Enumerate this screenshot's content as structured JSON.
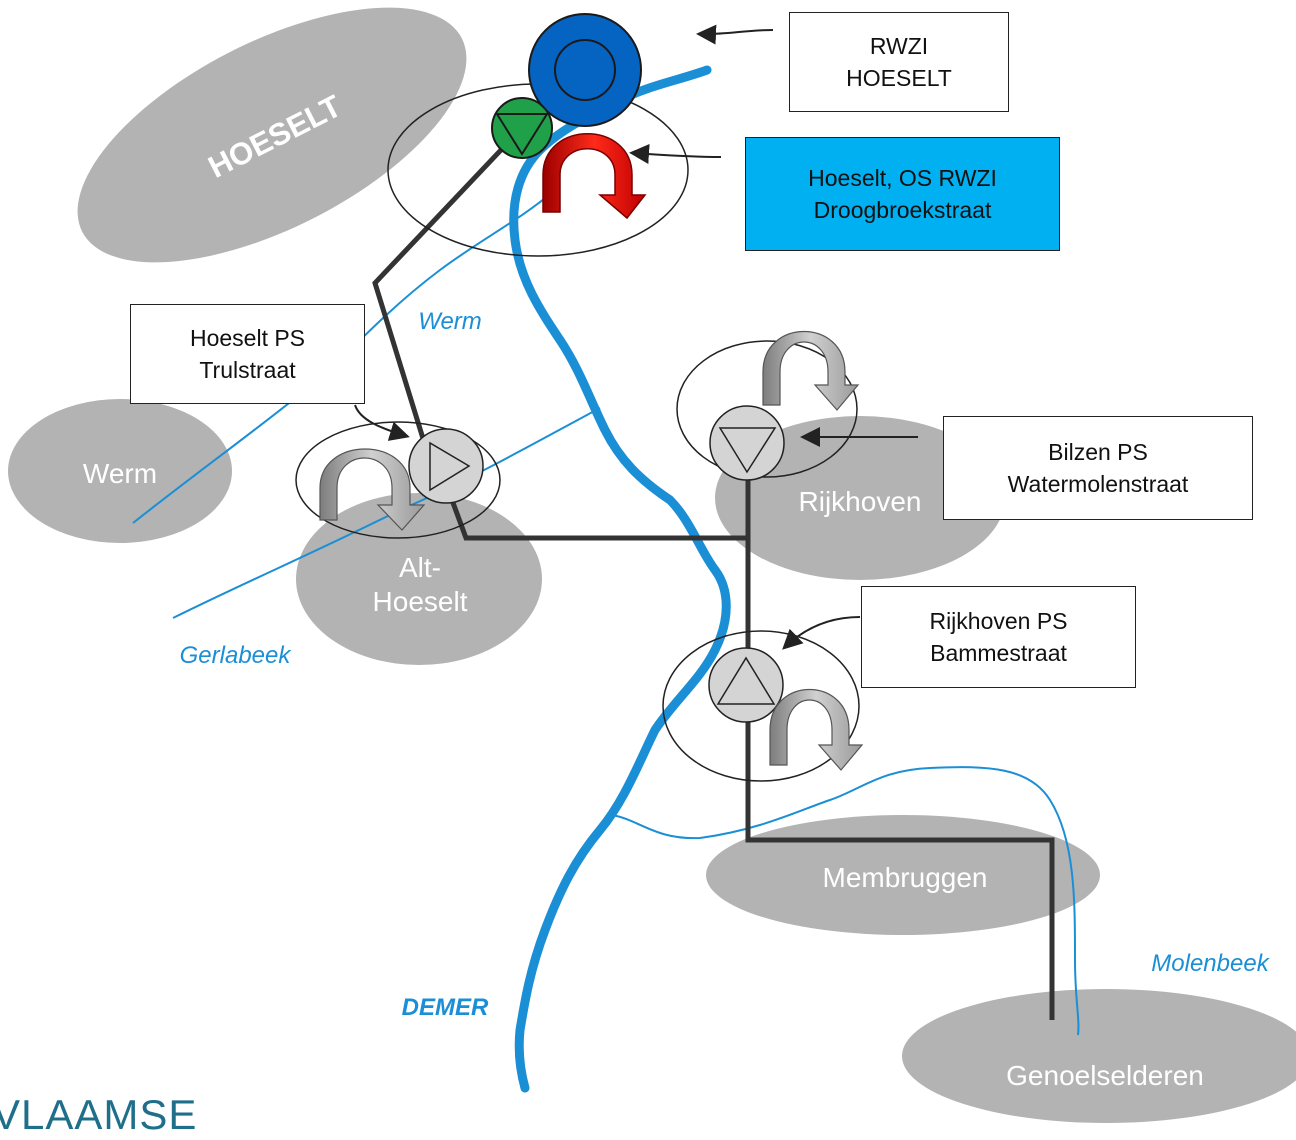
{
  "areas": {
    "hoeselt": "HOESELT",
    "werm": "Werm",
    "alt_hoeselt_1": "Alt-",
    "alt_hoeselt_2": "Hoeselt",
    "rijkhoven": "Rijkhoven",
    "membruggen": "Membruggen",
    "genoelselderen": "Genoelselderen"
  },
  "rivers": {
    "werm": "Werm",
    "gerlabeek": "Gerlabeek",
    "molenbeek": "Molenbeek",
    "demer": "DEMER"
  },
  "labels": {
    "rwzi": [
      "RWZI",
      "HOESELT"
    ],
    "overstort": [
      "Hoeselt, OS RWZI",
      "Droogbroekstraat"
    ],
    "trulstraat": [
      "Hoeselt PS",
      "Trulstraat"
    ],
    "watermolenstraat": [
      "Bilzen PS",
      "Watermolenstraat"
    ],
    "bammestraat": [
      "Rijkhoven PS",
      "Bammestraat"
    ]
  },
  "logo": "VLAAMSE",
  "colors": {
    "area": "#b3b3b3",
    "river": "#1b8fd6",
    "sewer": "#333333",
    "rwzi": "#0563c1",
    "pump_start": "#21a04a",
    "overflow": "#e30613",
    "highlight_box": "#00b0f0"
  }
}
